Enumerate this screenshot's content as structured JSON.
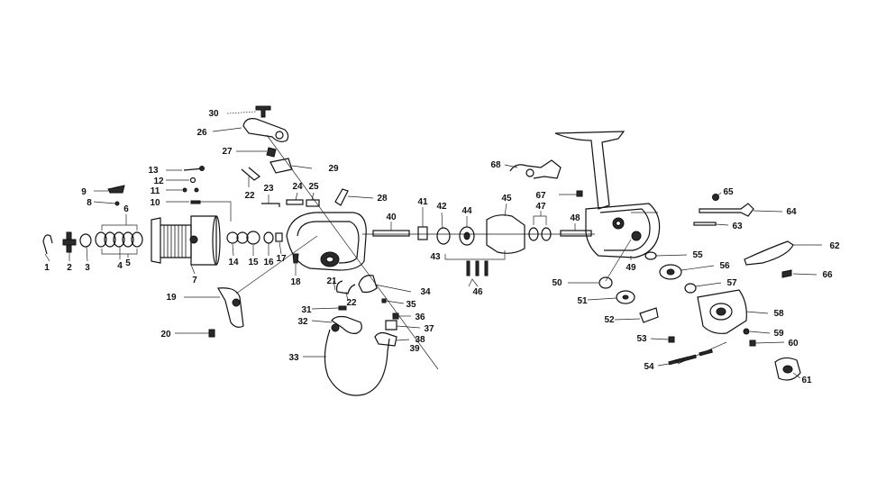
{
  "diagram": {
    "part_numbers": [
      "1",
      "2",
      "3",
      "4",
      "5",
      "6",
      "7",
      "8",
      "9",
      "10",
      "11",
      "12",
      "13",
      "14",
      "15",
      "16",
      "17",
      "18",
      "19",
      "20",
      "21",
      "22",
      "23",
      "24",
      "25",
      "26",
      "27",
      "28",
      "29",
      "30",
      "31",
      "32",
      "33",
      "34",
      "35",
      "36",
      "37",
      "38",
      "39",
      "40",
      "41",
      "42",
      "43",
      "44",
      "45",
      "46",
      "47",
      "48",
      "49",
      "50",
      "51",
      "52",
      "53",
      "54",
      "55",
      "56",
      "57",
      "58",
      "59",
      "60",
      "61",
      "62",
      "63",
      "64",
      "65",
      "66",
      "67",
      "68"
    ]
  }
}
